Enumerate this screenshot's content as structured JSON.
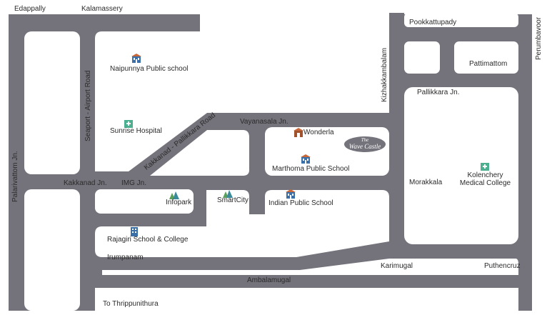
{
  "colors": {
    "road": "#74737b",
    "block": "#ffffff",
    "label": "#2b2b2b",
    "school_icon": "#3a6fa8",
    "hospital_icon": "#4caf8f",
    "park_icon": "#5aa05a",
    "wonderla_icon": "#a0522d"
  },
  "places": {
    "edappally": "Edappally",
    "kalamassery": "Kalamassery",
    "pookkattupady": "Pookkattupady",
    "perumbavoor": "Perumbavoor",
    "pattimattom": "Pattimattom",
    "kizhakkambalam": "Kizhakkambalam",
    "pallikkara_jn": "Pallikkara Jn.",
    "vayanasala_jn": "Vayanasala Jn.",
    "seaport_airport_road": "Seaport - Airport Road",
    "kakkanad_pallikkara_road": "Kakkanad - Pallikkara Road",
    "kakkanad_jn": "Kakkanad Jn.",
    "img_jn": "IMG Jn.",
    "palarivattom_jn": "Palarivattom Jn.",
    "morakkala": "Morakkala",
    "irumpanam": "Irumpanam",
    "karimugal": "Karimugal",
    "ambalamugal": "Ambalamugal",
    "puthencruz": "Puthencruz",
    "to_thrippunithura": "To Thrippunithura"
  },
  "landmarks": {
    "naipunnya": {
      "name": "Naipunnya Public school",
      "icon": "school-icon"
    },
    "sunrise": {
      "name": "Sunrise Hospital",
      "icon": "hospital-icon"
    },
    "wonderla": {
      "name": "Wonderla",
      "icon": "amusement-park-icon"
    },
    "marthoma": {
      "name": "Marthoma Public School",
      "icon": "school-icon"
    },
    "infopark": {
      "name": "Infopark",
      "icon": "it-park-icon"
    },
    "smartcity": {
      "name": "SmartCity",
      "icon": "it-park-icon"
    },
    "indian_public": {
      "name": "Indian Public School",
      "icon": "school-icon"
    },
    "rajagiri": {
      "name": "Rajagiri School & College",
      "icon": "school-icon"
    },
    "kolenchery_line1": {
      "name": "Kolenchery",
      "icon": "hospital-icon"
    },
    "kolenchery_line2": "Medical College"
  },
  "logo": {
    "line1": "The",
    "line2": "Wave Castle"
  }
}
